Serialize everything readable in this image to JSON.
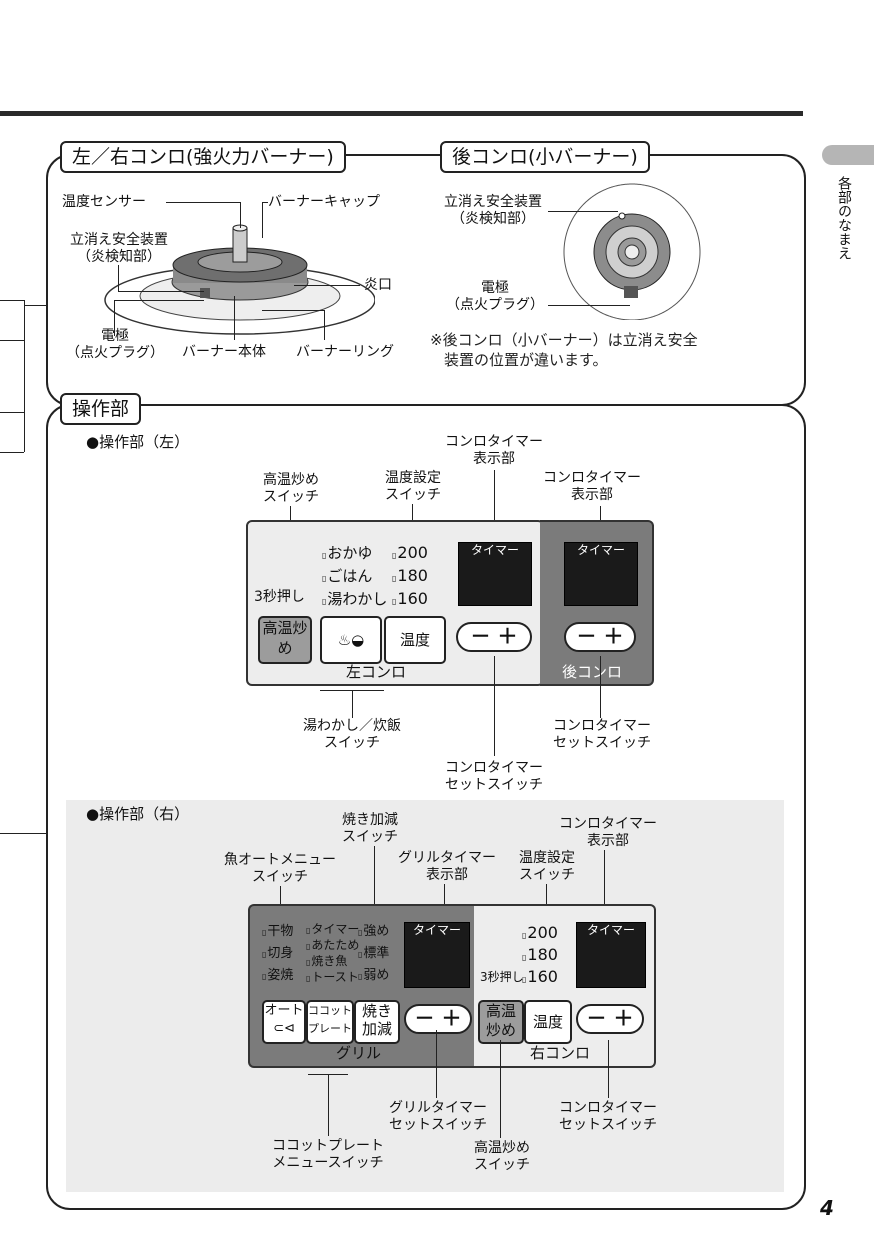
{
  "side_tab": {
    "text": "各部のなまえ"
  },
  "page_number": "4",
  "burners": {
    "left_title": "左／右コンロ(強火力バーナー)",
    "rear_title": "後コンロ(小バーナー)",
    "labels": {
      "temp_sensor": "温度センサー",
      "burner_cap": "バーナーキャップ",
      "flame_safety": "立消え安全装置",
      "flame_safety_sub": "（炎検知部）",
      "port": "炎口",
      "electrode": "電極",
      "electrode_sub": "（点火プラグ）",
      "burner_body": "バーナー本体",
      "burner_ring": "バーナーリング",
      "rear_flame_safety": "立消え安全装置",
      "rear_flame_safety_sub": "（炎検知部）",
      "rear_electrode": "電極",
      "rear_electrode_sub": "（点火プラグ）",
      "note_line1": "※後コンロ（小バーナー）は立消え安全",
      "note_line2": "装置の位置が違います。"
    }
  },
  "controls": {
    "title": "操作部",
    "left": {
      "heading": "●操作部（左）",
      "callouts": {
        "high_temp": [
          "高温炒め",
          "スイッチ"
        ],
        "temp_set": [
          "温度設定",
          "スイッチ"
        ],
        "timer_disp_left": [
          "コンロタイマー",
          "表示部"
        ],
        "timer_disp_rear": [
          "コンロタイマー",
          "表示部"
        ],
        "boil_rice": [
          "湯わかし／炊飯",
          "スイッチ"
        ],
        "timer_set_left": [
          "コンロタイマー",
          "セットスイッチ"
        ],
        "timer_set_rear": [
          "コンロタイマー",
          "セットスイッチ"
        ]
      },
      "panel": {
        "modes": [
          "おかゆ",
          "ごはん",
          "湯わかし"
        ],
        "temps": [
          "200",
          "180",
          "160"
        ],
        "press3": "3秒押し",
        "high_btn": "高温炒め",
        "temp_btn": "温度",
        "timer_label": "タイマー",
        "minus_plus": "－ ＋",
        "left_name": "左コンロ",
        "rear_name": "後コンロ"
      }
    },
    "right": {
      "heading": "●操作部（右）",
      "callouts": {
        "fish_menu": [
          "魚オートメニュー",
          "スイッチ"
        ],
        "grill_adjust": [
          "焼き加減",
          "スイッチ"
        ],
        "grill_timer_disp": [
          "グリルタイマー",
          "表示部"
        ],
        "temp_set": [
          "温度設定",
          "スイッチ"
        ],
        "timer_disp": [
          "コンロタイマー",
          "表示部"
        ],
        "grill_timer_set": [
          "グリルタイマー",
          "セットスイッチ"
        ],
        "timer_set": [
          "コンロタイマー",
          "セットスイッチ"
        ],
        "cocotte_menu": [
          "ココットプレート",
          "メニュースイッチ"
        ],
        "high_temp": [
          "高温炒め",
          "スイッチ"
        ]
      },
      "panel": {
        "fish": [
          "干物",
          "切身",
          "姿焼"
        ],
        "cocotte": [
          "タイマー",
          "あたため",
          "焼き魚",
          "トースト"
        ],
        "levels": [
          "強め",
          "標準",
          "弱め"
        ],
        "timer_label": "タイマー",
        "auto_btn": "オート",
        "cocotte_btn": "ココット プレート",
        "grill_btn": "焼き加減",
        "minus_plus": "－ ＋",
        "grill_name": "グリル",
        "temps": [
          "200",
          "180",
          "160"
        ],
        "press3": "3秒押し",
        "high_btn": "高温炒め",
        "temp_btn": "温度",
        "right_name": "右コンロ"
      }
    }
  }
}
